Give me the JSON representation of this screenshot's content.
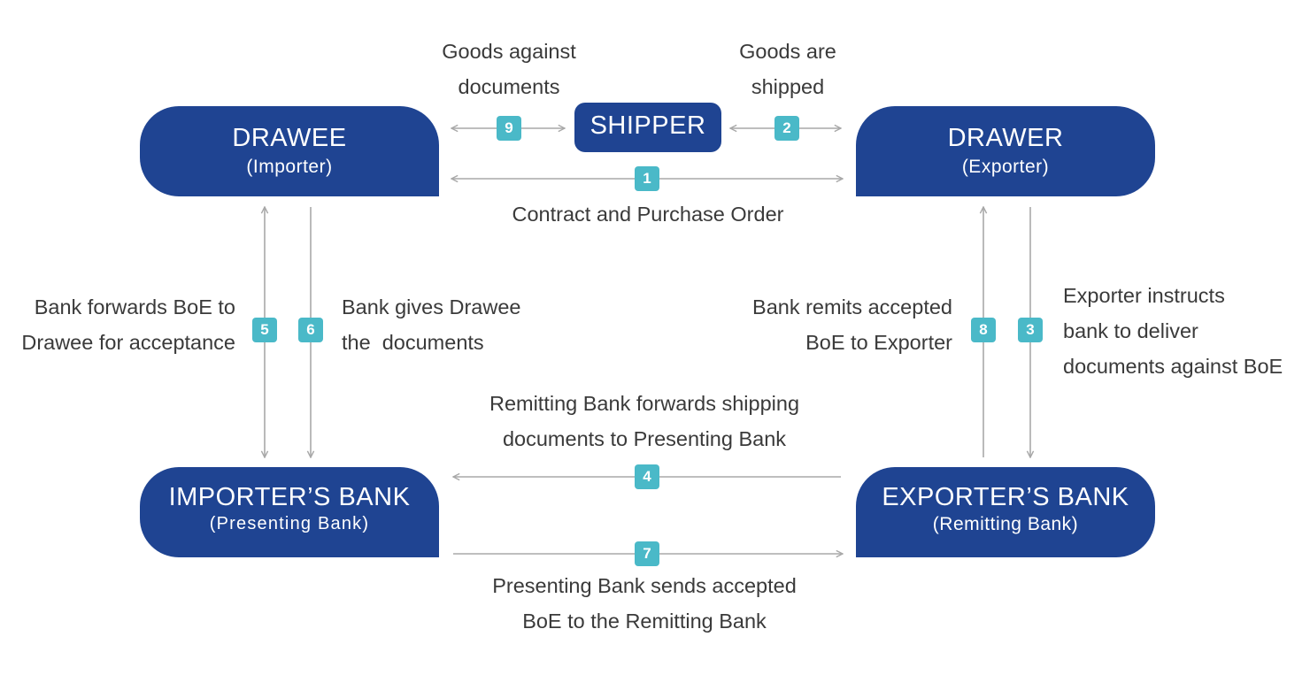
{
  "nodes": {
    "drawee": {
      "title": "DRAWEE",
      "sub": "(Importer)"
    },
    "shipper": {
      "title": "SHIPPER"
    },
    "drawer": {
      "title": "DRAWER",
      "sub": "(Exporter)"
    },
    "importer_bank": {
      "title": "IMPORTER’S BANK",
      "sub": "(Presenting Bank)"
    },
    "exporter_bank": {
      "title": "EXPORTER’S BANK",
      "sub": "(Remitting Bank)"
    }
  },
  "steps": [
    {
      "num": "1",
      "label": [
        "Contract and Purchase Order"
      ]
    },
    {
      "num": "2",
      "label": [
        "Goods are",
        "shipped"
      ]
    },
    {
      "num": "3",
      "label": [
        "Exporter instructs",
        "bank to deliver",
        "documents against BoE"
      ]
    },
    {
      "num": "4",
      "label": [
        "Remitting Bank forwards shipping",
        "documents to Presenting Bank"
      ]
    },
    {
      "num": "5",
      "label": [
        "Bank forwards BoE to",
        "Drawee for acceptance"
      ]
    },
    {
      "num": "6",
      "label": [
        "Bank gives Drawee",
        "the  documents"
      ]
    },
    {
      "num": "7",
      "label": [
        "Presenting Bank sends accepted",
        "BoE to the Remitting Bank"
      ]
    },
    {
      "num": "8",
      "label": [
        "Bank remits accepted",
        "BoE to Exporter"
      ]
    },
    {
      "num": "9",
      "label": [
        "Goods against",
        "documents"
      ]
    }
  ],
  "colors": {
    "box": "#1f4492",
    "badge": "#4ab9c8",
    "arrow": "#a8a8a8",
    "text": "#3a3a3a"
  }
}
